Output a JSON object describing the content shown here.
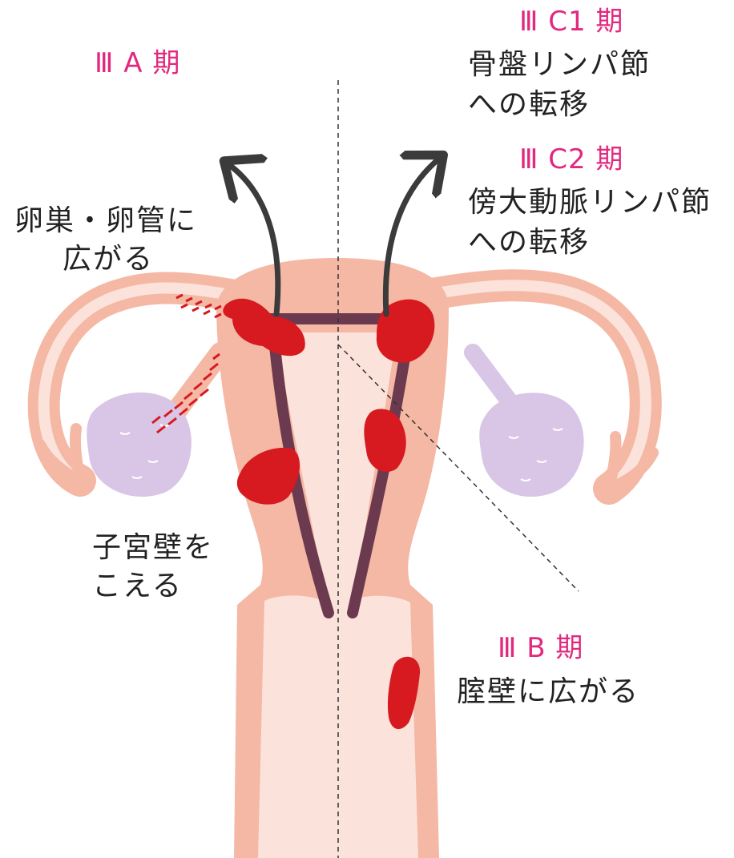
{
  "labels": {
    "stage_3a": "Ⅲ A 期",
    "stage_3a_desc_1": "卵巣・卵管に",
    "stage_3a_desc_2": "広がる",
    "stage_3a_wall_1": "子宮壁を",
    "stage_3a_wall_2": "こえる",
    "stage_3c1": "Ⅲ C1 期",
    "stage_3c1_desc_1": "骨盤リンパ節",
    "stage_3c1_desc_2": "への転移",
    "stage_3c2": "Ⅲ C2 期",
    "stage_3c2_desc_1": "傍大動脈リンパ節",
    "stage_3c2_desc_2": "への転移",
    "stage_3b": "Ⅲ B 期",
    "stage_3b_desc": "腟壁に広がる"
  },
  "colors": {
    "stage_text": "#e2287f",
    "body_text": "#222222",
    "uterus": "#f4b8a4",
    "uterus_inner": "#fbe3dc",
    "cavity": "#6b3a4f",
    "ovary": "#d9c6e6",
    "tumor": "#d71920",
    "arrow": "#3b3b3b"
  }
}
